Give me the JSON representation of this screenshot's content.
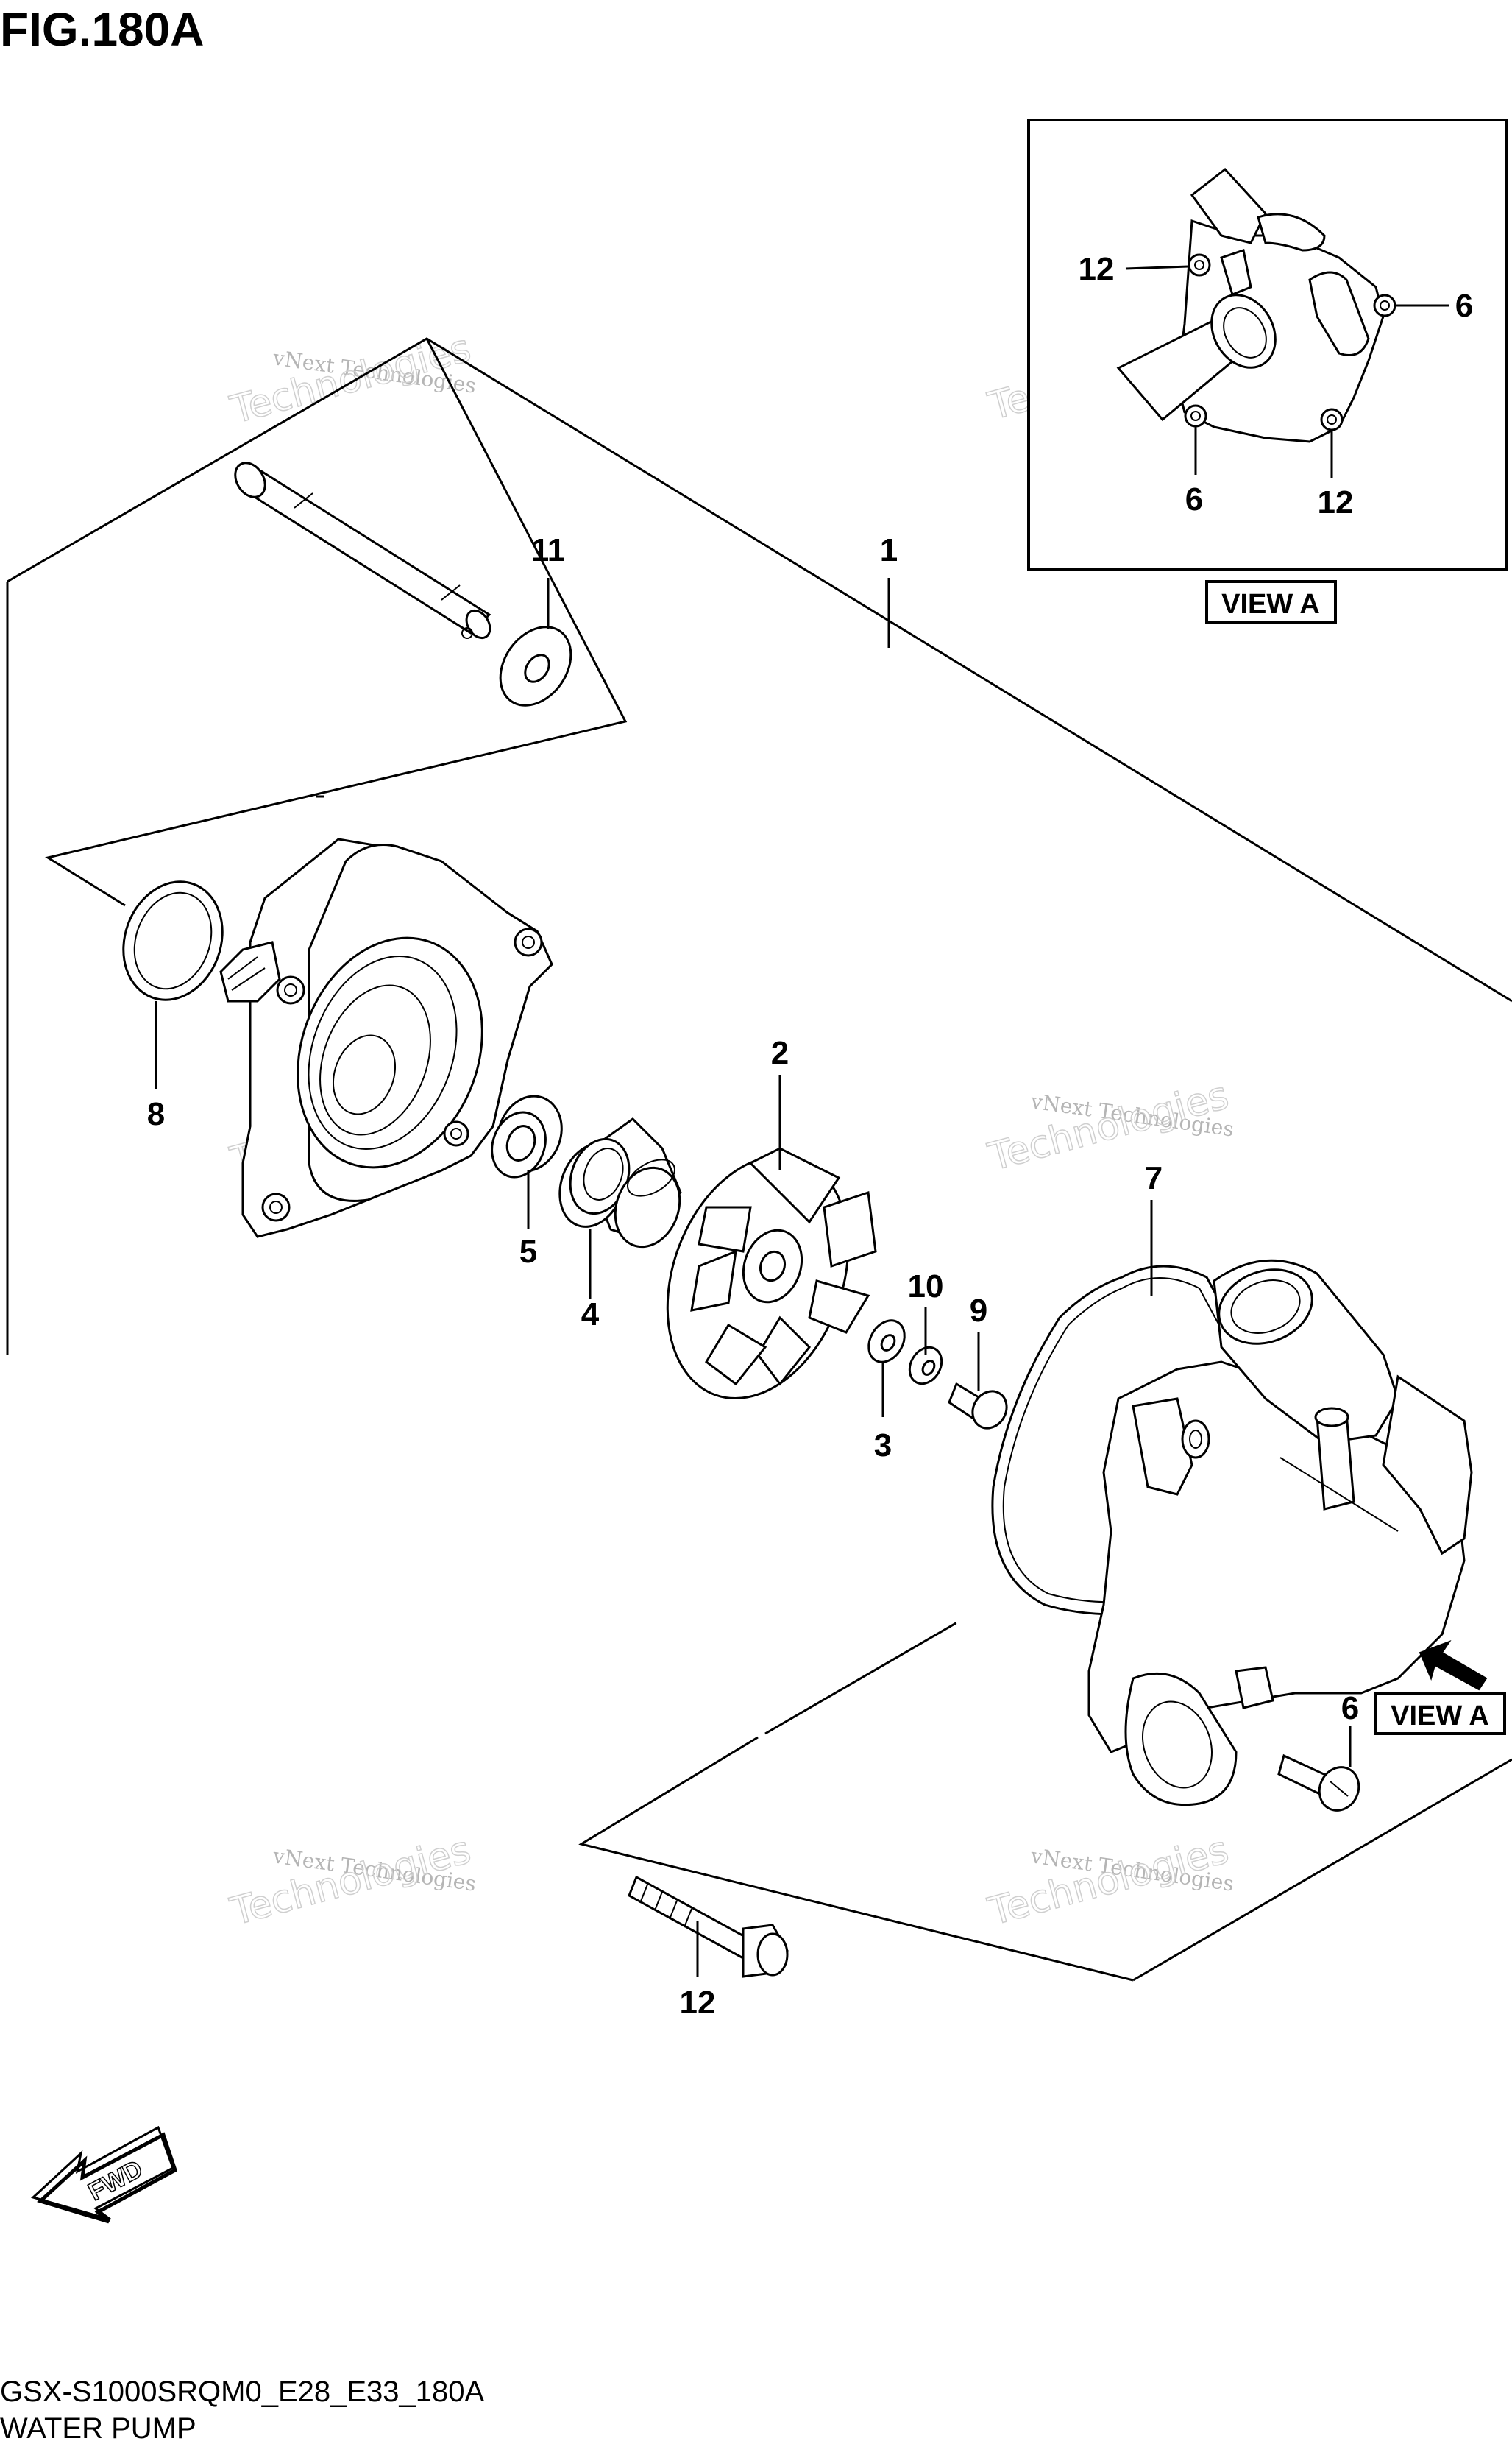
{
  "figure": {
    "title": "FIG.180A",
    "code": "GSX-S1000SRQM0_E28_E33_180A",
    "name": "WATER PUMP"
  },
  "view_a": {
    "label": "VIEW A",
    "callouts": [
      "12",
      "6",
      "6",
      "12"
    ]
  },
  "callouts": [
    "1",
    "2",
    "3",
    "4",
    "5",
    "6",
    "7",
    "8",
    "9",
    "10",
    "11",
    "12"
  ],
  "view_a_arrow_label": "VIEW A",
  "fwd_label": "FWD",
  "watermark": {
    "line1": "vNext Technologies",
    "line2": "Technologies"
  }
}
